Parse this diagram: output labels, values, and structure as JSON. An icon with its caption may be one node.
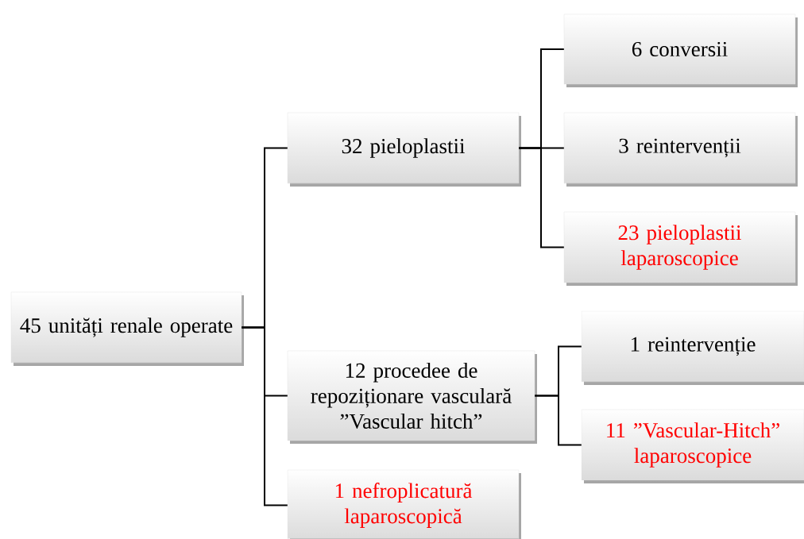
{
  "diagram": {
    "nodes": [
      {
        "text": [
          "45 unități renale operate"
        ]
      },
      {
        "text": [
          "32 pieloplastii"
        ]
      },
      {
        "text": [
          "12 procedee de repoziționare vasculară ”Vascular hitch”"
        ]
      },
      {
        "text": [
          "1 nefroplicatură laparoscopică"
        ]
      },
      {
        "text": [
          "6 conversii"
        ]
      },
      {
        "text": [
          "3 reintervenții"
        ]
      },
      {
        "text": [
          "23 pieloplastii laparoscopice"
        ]
      },
      {
        "text": [
          "1 reintervenție"
        ]
      },
      {
        "text": [
          "11 ”Vascular-Hitch” laparoscopice"
        ]
      }
    ],
    "edges": [
      {
        "from": 0,
        "to": 1,
        "arrow": "none"
      },
      {
        "from": 0,
        "to": 2,
        "arrow": "none"
      },
      {
        "from": 0,
        "to": 3,
        "arrow": "none"
      },
      {
        "from": 1,
        "to": 4,
        "arrow": "none"
      },
      {
        "from": 1,
        "to": 5,
        "arrow": "none"
      },
      {
        "from": 1,
        "to": 6,
        "arrow": "none"
      },
      {
        "from": 2,
        "to": 7,
        "arrow": "none"
      },
      {
        "from": 2,
        "to": 8,
        "arrow": "none"
      }
    ]
  }
}
